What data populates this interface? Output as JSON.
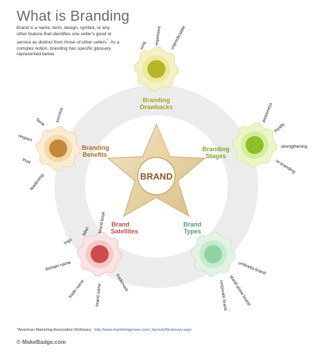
{
  "title": "What is Branding",
  "intro": {
    "text": "Brand is a name, term, design, symbol, or any other feature that identifies one seller's good or service as distinct from those of other sellers",
    "marker": "*",
    "text2": ". As a complex notion, branding has specific glossary represented below."
  },
  "center": {
    "label": "BRAND"
  },
  "nodes": {
    "drawbacks": {
      "title_line1": "Branding",
      "title_line2": "Drawbacks",
      "color": "#a8a52a",
      "terms": [
        "long",
        "expensive",
        "unpredictable"
      ]
    },
    "stages": {
      "title_line1": "Branding",
      "title_line2": "Stages",
      "color": "#7fa62a",
      "terms": [
        "awareness",
        "loyalty",
        "strengthening",
        "re-branding"
      ]
    },
    "types": {
      "title_line1": "Brand",
      "title_line2": "Types",
      "color": "#4f9a6a",
      "terms": [
        "umbrella brand",
        "stand-alone brand",
        "corporate brand"
      ]
    },
    "satellites": {
      "title_line1": "Brand",
      "title_line2": "Satellites",
      "color": "#b84a4a",
      "terms": [
        "brand book",
        "label",
        "logo",
        "domain name",
        "trade name",
        "brand name",
        "trademark"
      ]
    },
    "benefits": {
      "title_line1": "Branding",
      "title_line2": "Benefits",
      "color": "#a86a2a",
      "terms": [
        "success",
        "fame",
        "respect",
        "trust",
        "leadership"
      ]
    }
  },
  "footnote": {
    "marker": "*",
    "source": "American Marketing Association Dictionary",
    "url": "http://www.marketingpower.com/_layouts/Dictionary.aspx"
  },
  "copyright": "© MakeBadge.com"
}
